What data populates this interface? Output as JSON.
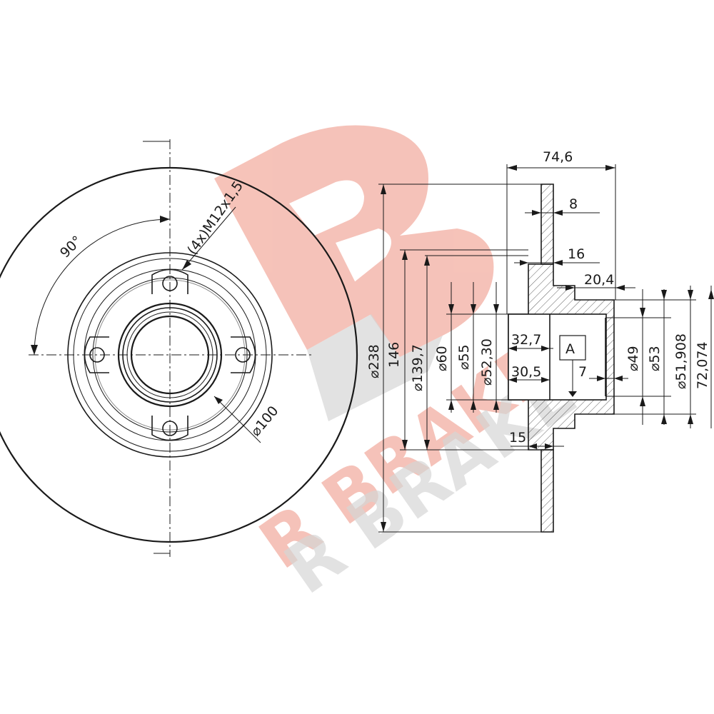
{
  "watermark": {
    "brand_text": "R BRAKE",
    "colors": {
      "logo_red": "#f4b8ad",
      "logo_grey": "#cfcfcf"
    }
  },
  "front_view": {
    "angle_label": "90°",
    "bolt_label": "(4x)M12x1,5",
    "pcd_label": "⌀100"
  },
  "section_view": {
    "overall_width": "74,6",
    "disc_thickness": "8",
    "hat_offset": "16",
    "hub_offset": "20,4",
    "bore_depth_1": "32,7",
    "bore_depth_2": "30,5",
    "datum_label": "A",
    "inner_step": "7",
    "flange_step": "15",
    "dia_outer": "⌀238",
    "dia_146": "146",
    "dia_139_7": "⌀139,7",
    "dia_60": "⌀60",
    "dia_55": "⌀55",
    "dia_52_30": "⌀52,30",
    "dia_49": "⌀49",
    "dia_53": "⌀53",
    "dia_51_908": "⌀51,908",
    "dia_72_074": "72,074"
  }
}
